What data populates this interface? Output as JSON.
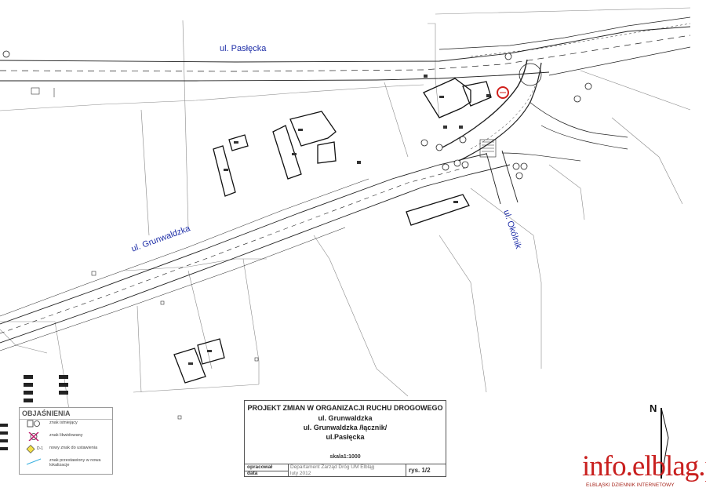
{
  "streets": {
    "paslecka": "ul. Pasłęcka",
    "grunwaldzka": "ul. Grunwaldzka",
    "okolnik": "ul. Okólnik"
  },
  "legend": {
    "title": "OBJAŚNIENIA",
    "items": [
      {
        "icon": "existing-sign-icon",
        "label": "znak istniejący"
      },
      {
        "icon": "removed-sign-icon",
        "label": "znak likwidowany"
      },
      {
        "icon": "new-sign-icon",
        "label": "nowy znak do ustawienia",
        "code": "D-1"
      },
      {
        "icon": "relocated-sign-icon",
        "label": "znak przestawiony w nowa lokalizacje"
      }
    ]
  },
  "titleblock": {
    "line1": "PROJEKT  ZMIAN W  ORGANIZACJI RUCHU DROGOWEGO",
    "line2": "ul. Grunwaldzka",
    "line3": "ul. Grunwaldzka /łącznik/",
    "line4": "ul.Pasłęcka",
    "scale": "skala1:1000",
    "opracowal_label": "opracował",
    "opracowal_value": "Departament Zarząd Dróg  UM Elbląg",
    "data_label": "data",
    "data_value": "luty 2012",
    "sheet": "rys. 1/2"
  },
  "north_label": "N",
  "brand": {
    "name": "info.elblag.pl",
    "tagline": "ELBLĄSKI DZIENNIK INTERNETOWY"
  },
  "colors": {
    "street_label": "#1f2fa8",
    "sign_red": "#d0201c",
    "road_line": "#222222",
    "brand_red": "#c9201f"
  }
}
